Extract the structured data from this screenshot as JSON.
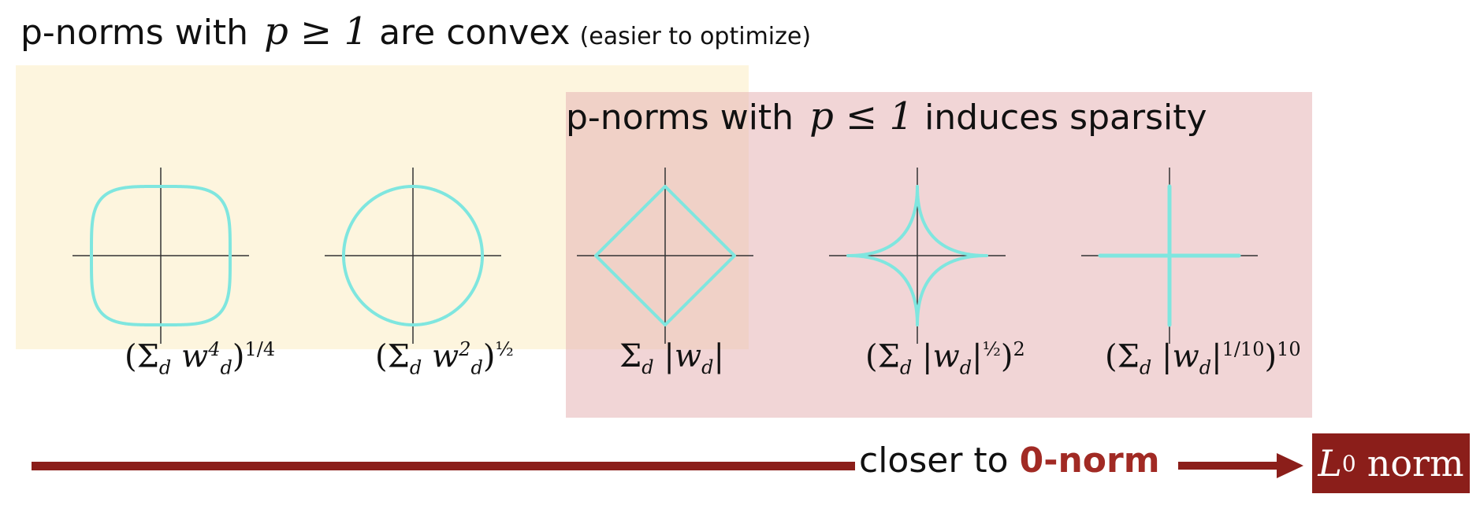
{
  "titles": {
    "convex_prefix": "p-norms with",
    "convex_math": "p ≥ 1",
    "convex_suffix": "are convex",
    "convex_note": "(easier to optimize)",
    "sparse_prefix": "p-norms with",
    "sparse_math": "p ≤ 1",
    "sparse_suffix": "induces sparsity"
  },
  "shapes": [
    {
      "name": "p4",
      "p": 4,
      "formula": {
        "sum": "(Σ",
        "sub": "d",
        "body": "w",
        "body_sup": "4",
        "body_sub": "d",
        "close": ")",
        "exp": "1/4"
      }
    },
    {
      "name": "p2",
      "p": 2,
      "formula": {
        "sum": "(Σ",
        "sub": "d",
        "body": "w",
        "body_sup": "2",
        "body_sub": "d",
        "close": ")",
        "exp": "½"
      }
    },
    {
      "name": "p1",
      "p": 1,
      "formula": {
        "sum": "Σ",
        "sub": "d",
        "body": "|w",
        "body_sub": "d",
        "close": "|"
      }
    },
    {
      "name": "p-half",
      "p": 0.5,
      "formula": {
        "sum": "(Σ",
        "sub": "d",
        "body": "|w",
        "body_sub": "d",
        "close": "|",
        "inner_exp": "½",
        "outer_close": ")",
        "exp": "2"
      }
    },
    {
      "name": "p-tenth",
      "p": 0.1,
      "formula": {
        "sum": "(Σ",
        "sub": "d",
        "body": "|w",
        "body_sub": "d",
        "close": "|",
        "inner_exp": "1/10",
        "outer_close": ")",
        "exp": "10"
      }
    }
  ],
  "arrow": {
    "label_prefix": "closer to",
    "label_bold": "0-norm",
    "target_symbol": "L",
    "target_sub": "0",
    "target_word": "norm"
  },
  "colors": {
    "curve": "#7fe6df",
    "axes": "#333333",
    "convex_region": "#fdf3d8",
    "sparse_region": "#e6b3b5",
    "arrow": "#8b1e1a"
  }
}
